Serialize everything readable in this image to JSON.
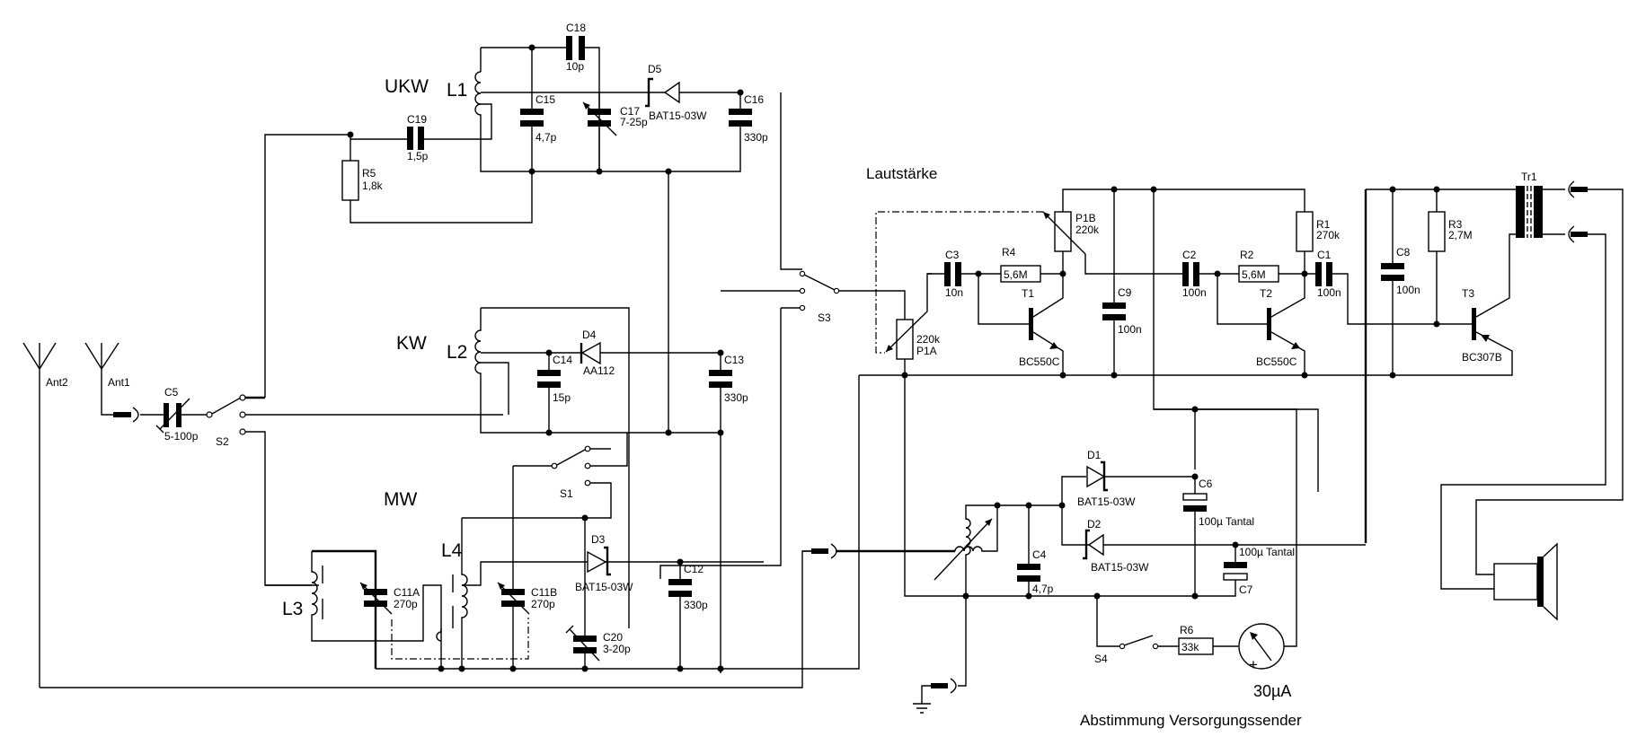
{
  "diagram": {
    "section_labels": {
      "ukw": "UKW",
      "kw": "KW",
      "mw": "MW",
      "volume": "Lautstärke"
    },
    "antennas": {
      "ant1": "Ant1",
      "ant2": "Ant2"
    },
    "inductors": {
      "l1": "L1",
      "l2": "L2",
      "l3": "L3",
      "l4": "L4"
    },
    "switches": {
      "s1": "S1",
      "s2": "S2",
      "s3": "S3",
      "s4": "S4"
    },
    "capacitors": {
      "c1": {
        "name": "C1",
        "value": "100n"
      },
      "c2": {
        "name": "C2",
        "value": "100n"
      },
      "c3": {
        "name": "C3",
        "value": "10n"
      },
      "c4": {
        "name": "C4",
        "value": "4,7p"
      },
      "c5": {
        "name": "C5",
        "value": "5-100p"
      },
      "c6": {
        "name": "C6",
        "value": "100µ Tantal"
      },
      "c7": {
        "name": "C7",
        "value": "100µ Tantal"
      },
      "c8": {
        "name": "C8",
        "value": "100n"
      },
      "c9": {
        "name": "C9",
        "value": "100n"
      },
      "c11a": {
        "name": "C11A",
        "value": "270p"
      },
      "c11b": {
        "name": "C11B",
        "value": "270p"
      },
      "c12": {
        "name": "C12",
        "value": "330p"
      },
      "c13": {
        "name": "C13",
        "value": "330p"
      },
      "c14": {
        "name": "C14",
        "value": "15p"
      },
      "c15": {
        "name": "C15",
        "value": "4,7p"
      },
      "c16": {
        "name": "C16",
        "value": "330p"
      },
      "c17": {
        "name": "C17",
        "value": "7-25p"
      },
      "c18": {
        "name": "C18",
        "value": "10p"
      },
      "c19": {
        "name": "C19",
        "value": "1,5p"
      },
      "c20": {
        "name": "C20",
        "value": "3-20p"
      }
    },
    "resistors": {
      "r1": {
        "name": "R1",
        "value": "270k"
      },
      "r2": {
        "name": "R2",
        "value": "5,6M"
      },
      "r3": {
        "name": "R3",
        "value": "2,7M"
      },
      "r4": {
        "name": "R4",
        "value": "5,6M"
      },
      "r5": {
        "name": "R5",
        "value": "1,8k"
      },
      "r6": {
        "name": "R6",
        "value": "33k"
      },
      "p1a": {
        "name": "P1A",
        "value": "220k"
      },
      "p1b": {
        "name": "P1B",
        "value": "220k"
      }
    },
    "diodes": {
      "d1": {
        "name": "D1",
        "value": "BAT15-03W"
      },
      "d2": {
        "name": "D2",
        "value": "BAT15-03W"
      },
      "d3": {
        "name": "D3",
        "value": "BAT15-03W"
      },
      "d4": {
        "name": "D4",
        "value": "AA112"
      },
      "d5": {
        "name": "D5",
        "value": "BAT15-03W"
      }
    },
    "transistors": {
      "t1": {
        "name": "T1",
        "value": "BC550C"
      },
      "t2": {
        "name": "T2",
        "value": "BC550C"
      },
      "t3": {
        "name": "T3",
        "value": "BC307B"
      }
    },
    "transformer": {
      "name": "Tr1"
    },
    "meter": {
      "value": "30µA",
      "polarity": "+",
      "caption": "Abstimmung Versorgungssender"
    }
  }
}
